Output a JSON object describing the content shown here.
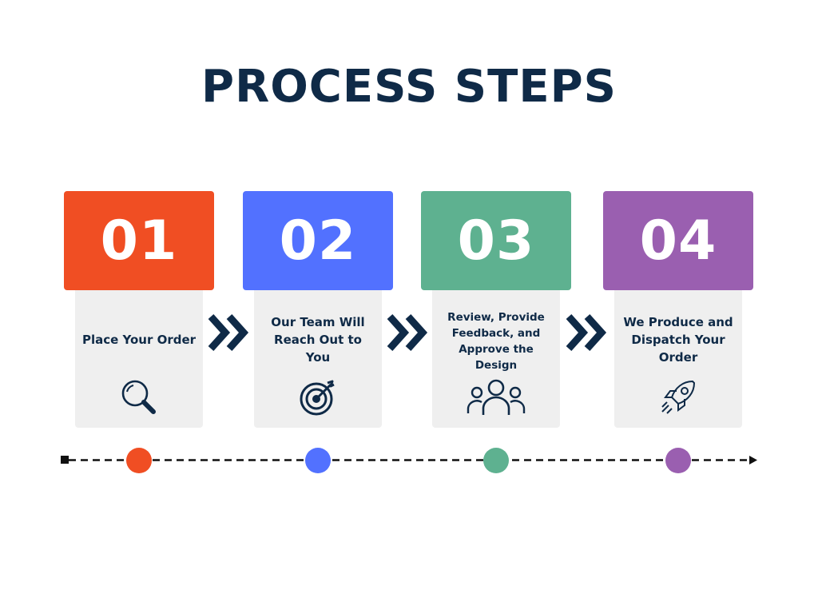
{
  "title": "PROCESS STEPS",
  "colors": {
    "title": "#0f2a47",
    "step_1": "#f04e23",
    "step_2": "#5271ff",
    "step_3": "#5eb190",
    "step_4": "#9a5fb0",
    "card_body": "#efefef",
    "chevron": "#0f2a47"
  },
  "steps": [
    {
      "number": "01",
      "text": "Place Your Order",
      "icon": "magnifier-icon"
    },
    {
      "number": "02",
      "text": "Our Team Will Reach Out to You",
      "icon": "target-icon"
    },
    {
      "number": "03",
      "text": "Review, Provide Feedback, and Approve the Design",
      "icon": "team-icon"
    },
    {
      "number": "04",
      "text": "We Produce and Dispatch Your Order",
      "icon": "rocket-icon"
    }
  ]
}
